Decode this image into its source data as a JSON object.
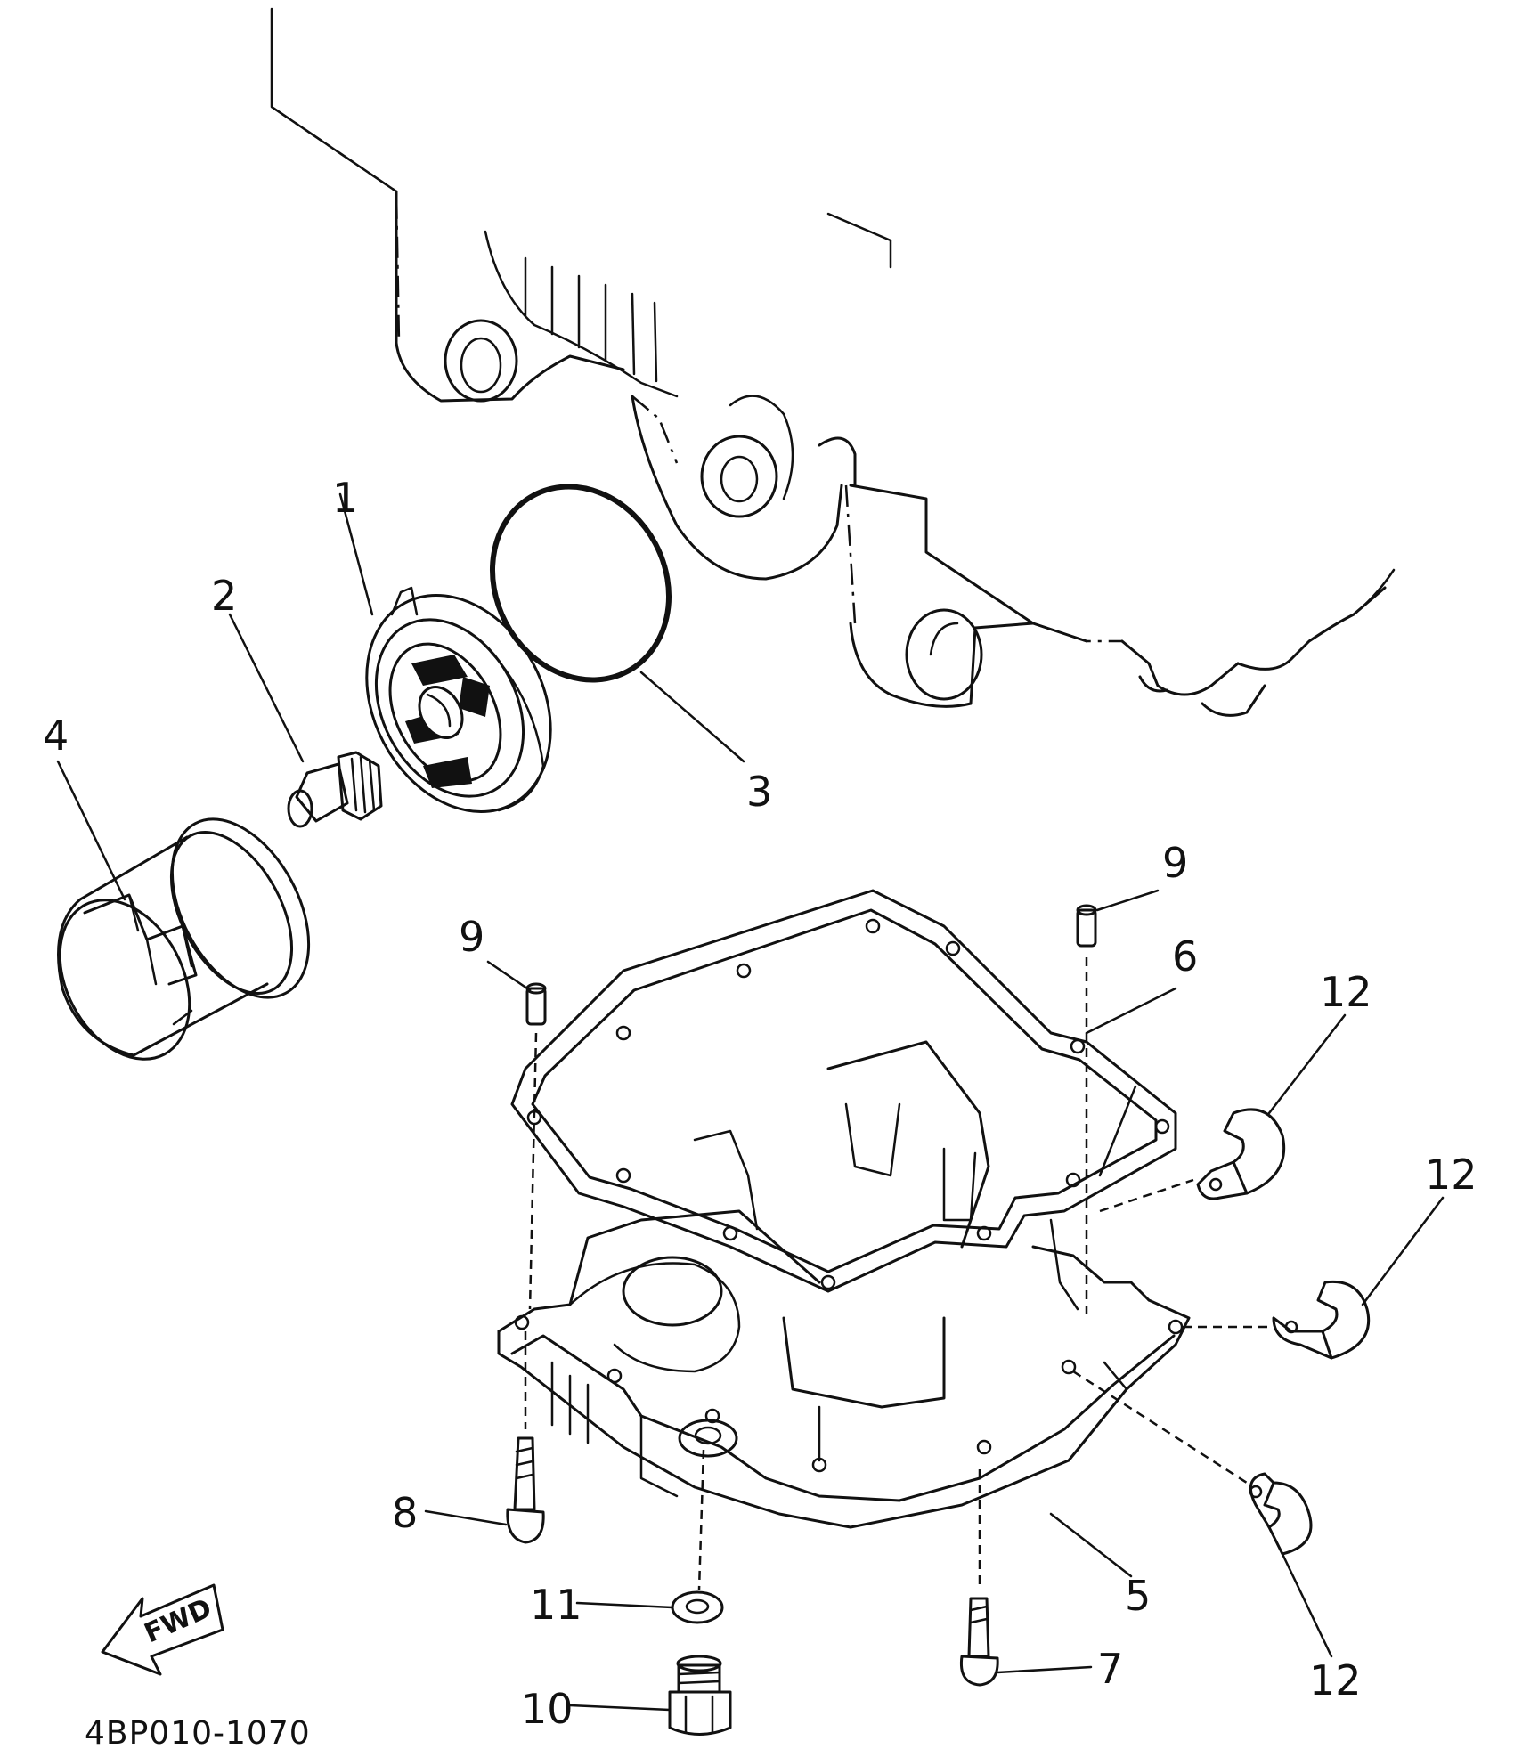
{
  "diagram": {
    "drawing_code": "4BP010-1070",
    "fwd_arrow_label": "FWD",
    "callouts": {
      "c1": "1",
      "c2": "2",
      "c3": "3",
      "c4": "4",
      "c5": "5",
      "c6": "6",
      "c7": "7",
      "c8": "8",
      "c9a": "9",
      "c9b": "9",
      "c10": "10",
      "c11": "11",
      "c12a": "12",
      "c12b": "12",
      "c12c": "12"
    }
  }
}
